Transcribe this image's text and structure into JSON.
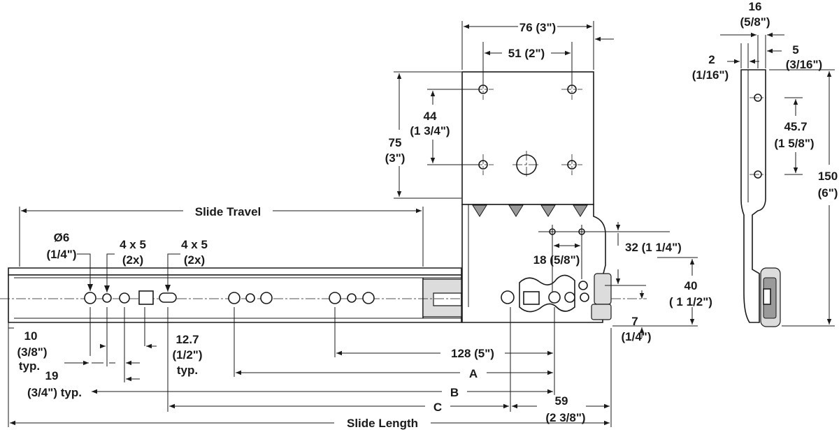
{
  "labels": {
    "bracket_width": "76 (3\")",
    "bracket_hole_spacing_h": "51 (2\")",
    "bracket_height_mm": "75",
    "bracket_height_in": "(3\")",
    "bracket_hole_spacing_v_mm": "44",
    "bracket_hole_spacing_v_in": "(1 3/4\")",
    "slide_travel": "Slide Travel",
    "dia_hole_mm": "Ø6",
    "dia_hole_in": "(1/4\")",
    "slot_a_size": "4 x 5",
    "slot_a_count": "(2x)",
    "slot_b_size": "4 x 5",
    "slot_b_count": "(2x)",
    "dim_32": "32 (1 1/4\")",
    "dim_18": "18 (5/8\")",
    "dim_40_mm": "40",
    "dim_40_in": "( 1 1/2\")",
    "dim_7_mm": "7",
    "dim_7_in": "(1/4\")",
    "dim_10_mm": "10",
    "dim_10_in": "(3/8\")",
    "dim_10_typ": "typ.",
    "dim_19_mm": "19",
    "dim_19_in": "(3/4\") typ.",
    "dim_127_mm": "12.7",
    "dim_127_in": "(1/2\")",
    "dim_127_typ": "typ.",
    "dim_128": "128 (5\")",
    "dim_a": "A",
    "dim_b": "B",
    "dim_c": "C",
    "dim_59_mm": "59",
    "dim_59_in": "(2 3/8\")",
    "slide_length": "Slide Length",
    "side_16_mm": "16",
    "side_16_in": "(5/8\")",
    "side_2_mm": "2",
    "side_2_in": "(1/16\")",
    "side_5_mm": "5",
    "side_5_in": "(3/16\")",
    "side_457_mm": "45.7",
    "side_457_in": "(1 5/8\")",
    "side_150_mm": "150",
    "side_150_in": "(6\")"
  }
}
